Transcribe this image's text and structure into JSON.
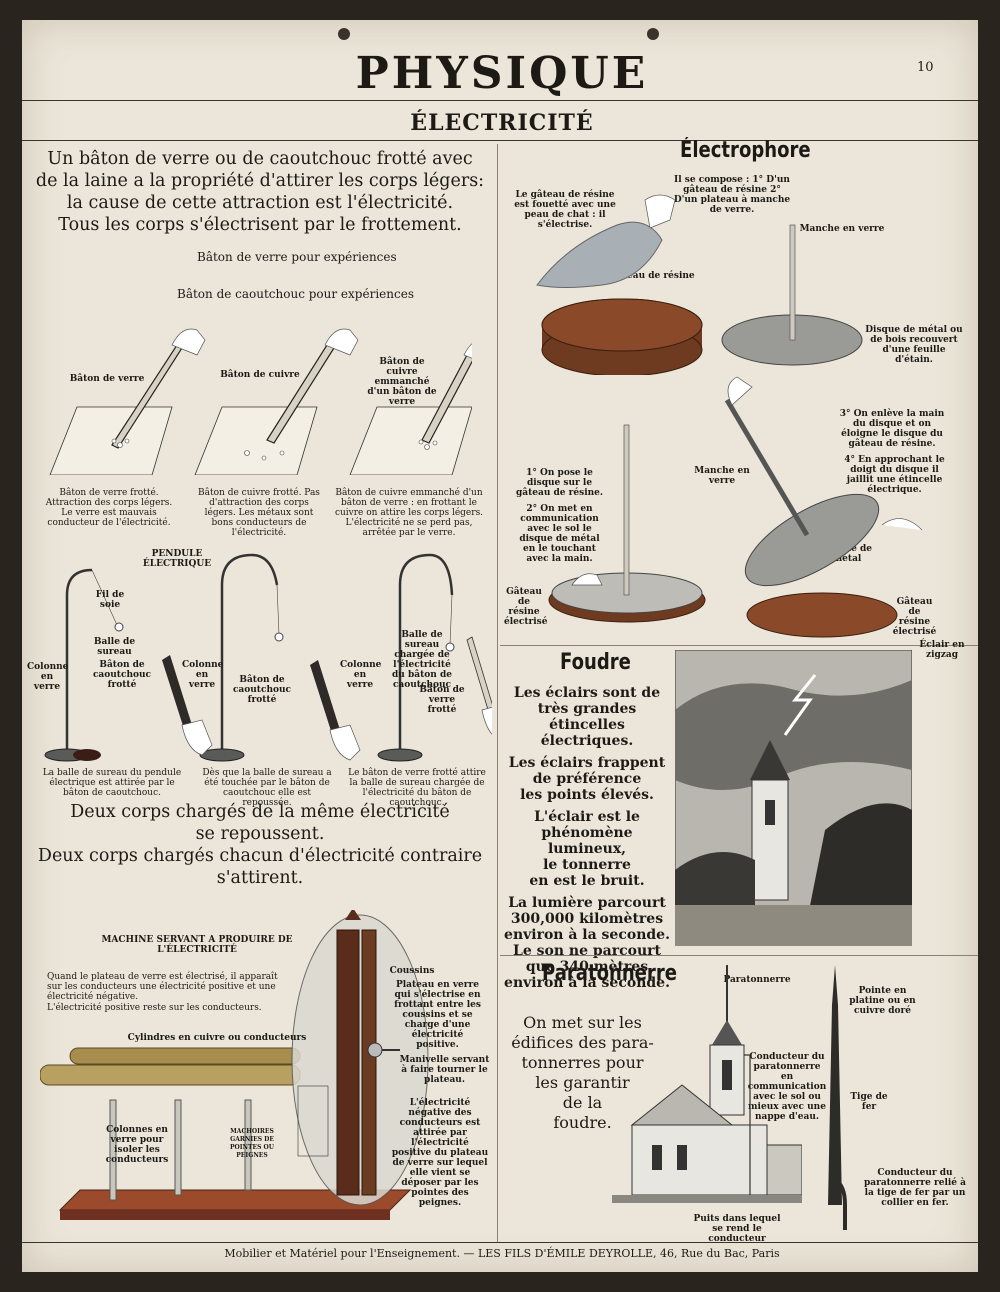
{
  "header": {
    "title": "PHYSIQUE",
    "plate_number": "10",
    "subtitle": "ÉLECTRICITÉ"
  },
  "intro": {
    "lines": [
      "Un bâton de verre ou de caoutchouc frotté avec",
      "de la laine a la propriété d'attirer les corps légers:",
      "la cause de cette attraction est l'électricité.",
      "Tous les corps s'électrisent par le frottement."
    ],
    "item1": "Bâton de verre pour expériences",
    "item2": "Bâton de caoutchouc pour expériences"
  },
  "rods": {
    "label_glass": "Bâton de verre",
    "label_copper": "Bâton de cuivre",
    "label_copper_handle": "Bâton de cuivre emmanché d'un bâton de verre",
    "cap_glass": "Bâton de verre frotté. Attraction des corps légers. Le verre est mauvais conducteur de l'électricité.",
    "cap_copper": "Bâton de cuivre frotté. Pas d'attraction des corps légers. Les métaux sont bons conducteurs de l'électricité.",
    "cap_copper_handle": "Bâton de cuivre emmanché d'un bâton de verre : en frottant le cuivre on attire les corps légers. L'électricité ne se perd pas, arrêtée par le verre."
  },
  "pendulum": {
    "title": "PENDULE ÉLECTRIQUE",
    "fil": "Fil de soie",
    "balle": "Balle de sureau",
    "colonne": "Colonne en verre",
    "baton_caoutchouc": "Bâton de caoutchouc frotté",
    "balle_chargee": "Balle de sureau chargée de l'électricité du bâton de caoutchouc",
    "baton_verre": "Bâton de verre frotté",
    "cap1": "La balle de sureau du pendule électrique est attirée par le bâton de caoutchouc.",
    "cap2": "Dès que la balle de sureau a été touchée par le bâton de caoutchouc elle est repoussée.",
    "cap3": "Le bâton de verre frotté attire la balle de sureau chargée de l'électricité du bâton de caoutchouc."
  },
  "law": {
    "lines": [
      "Deux corps chargés de la même électricité",
      "se repoussent.",
      "Deux corps chargés chacun d'électricité contraire",
      "s'attirent."
    ]
  },
  "machine": {
    "title": "MACHINE SERVANT A PRODUIRE DE L'ÉLECTRICITÉ",
    "p1": "Quand le plateau de verre est électrisé, il apparaît sur les conducteurs une électricité positive et une électricité négative.",
    "p2": "L'électricité positive reste sur les conducteurs.",
    "cylindres": "Cylindres en cuivre ou conducteurs",
    "colonnes": "Colonnes en verre pour isoler les conducteurs",
    "machoires": "MACHOIRES GARNIES DE POINTES OU PEIGNES",
    "coussins": "Coussins",
    "plateau": "Plateau en verre qui s'électrise en frottant entre les coussins et se charge d'une électricité positive.",
    "manivelle": "Manivelle servant à faire tourner le plateau.",
    "negative": "L'électricité négative des conducteurs est attirée par l'électricité positive du plateau de verre sur lequel elle vient se déposer par les pointes des peignes."
  },
  "electrophore": {
    "title": "Électrophore",
    "compose": "Il se compose : 1° D'un gâteau de résine 2° D'un plateau à manche de verre.",
    "gateau_fouette": "Le gâteau de résine est fouetté avec une peau de chat : il s'électrise.",
    "gateau_label": "Gâteau de résine",
    "manche": "Manche en verre",
    "disque": "Disque de métal ou de bois recouvert d'une feuille d'étain.",
    "step1": "1° On pose le disque sur le gâteau de résine.",
    "step2": "2° On met en communication avec le sol le disque de métal en le touchant avec la main.",
    "step3": "3° On enlève la main du disque et on éloigne le disque du gâteau de résine.",
    "step4": "4° En approchant le doigt du disque il jaillit une étincelle électrique.",
    "manche2": "Manche en verre",
    "disque_metal": "Disque de métal",
    "gateau_electrise": "Gâteau de résine électrisé",
    "gateau_electrise2": "Gâteau de résine électrisé"
  },
  "foudre": {
    "title": "Foudre",
    "lines": [
      "Les éclairs sont de",
      "très grandes étincelles",
      "électriques.",
      "Les éclairs frappent",
      "de préférence",
      "les points élevés.",
      "L'éclair est le",
      "phénomène lumineux,",
      "le tonnerre",
      "en est le bruit.",
      "La lumière parcourt",
      "300,000 kilomètres",
      "environ à la seconde.",
      "Le son ne parcourt",
      "que 340 mètres",
      "environ à la seconde."
    ],
    "eclair": "Éclair en zigzag"
  },
  "paratonnerre": {
    "title": "Paratonnerre",
    "lines": [
      "On met sur les",
      "édifices des para-",
      "tonnerres pour",
      "les garantir",
      "de la",
      "foudre."
    ],
    "label": "Paratonnerre",
    "conducteur": "Conducteur du paratonnerre en communication avec le sol ou mieux avec une nappe d'eau.",
    "puits": "Puits dans lequel se rend le conducteur",
    "pointe": "Pointe en platine ou en cuivre doré",
    "tige": "Tige de fer",
    "conducteur2": "Conducteur du paratonnerre relié à la tige de fer par un collier en fer."
  },
  "footer": {
    "text": "Mobilier et Matériel pour l'Enseignement. — LES FILS D'ÉMILE DEYROLLE, 46, Rue du Bac, Paris"
  },
  "colors": {
    "paper": "#ebe6d9",
    "ink": "#1d1a16",
    "wood": "#6b3b22",
    "metal": "#9a9a96"
  }
}
